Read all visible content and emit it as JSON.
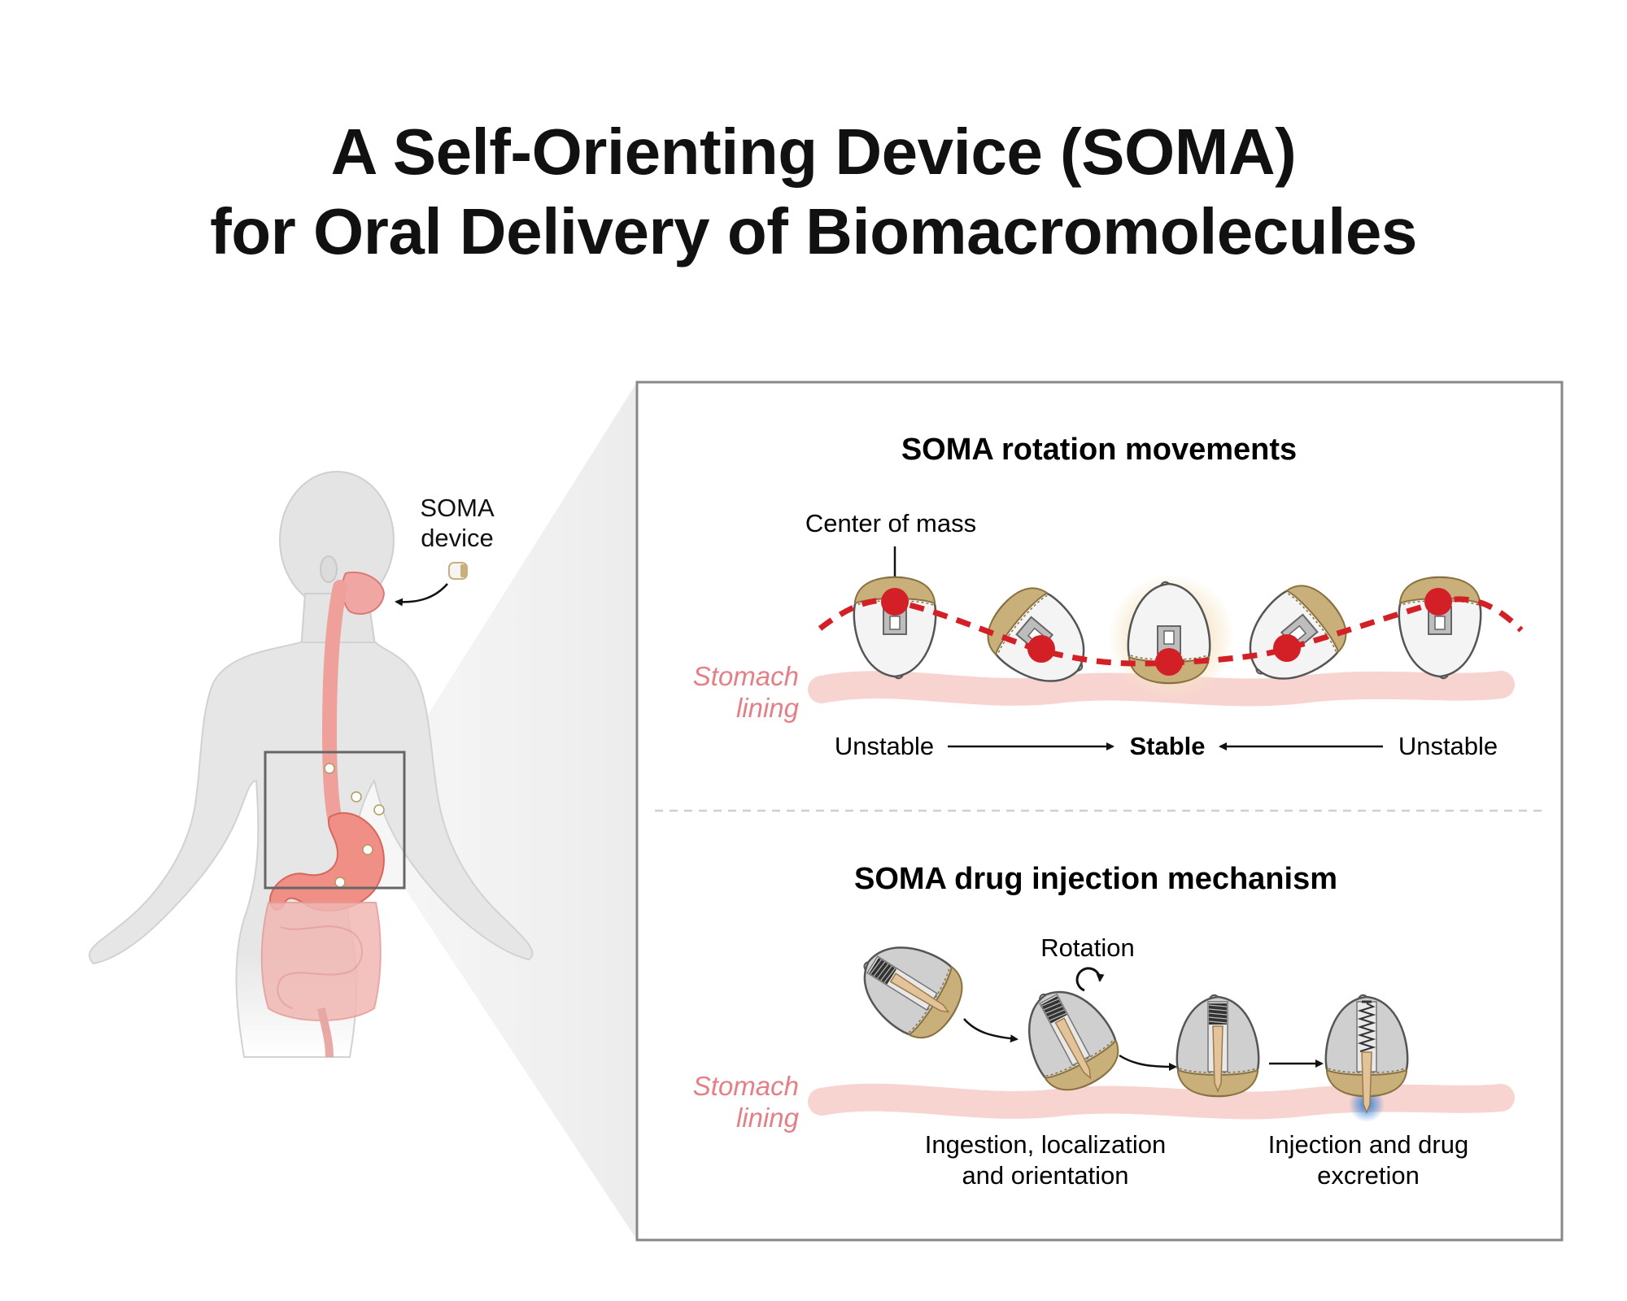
{
  "title": {
    "line1": "A Self-Orienting Device (SOMA)",
    "line2": "for Oral Delivery of Biomacromolecules"
  },
  "body_figure": {
    "device_label_line1": "SOMA",
    "device_label_line2": "device"
  },
  "rotation_panel": {
    "heading": "SOMA rotation movements",
    "center_of_mass_label": "Center of mass",
    "stomach_label_line1": "Stomach",
    "stomach_label_line2": "lining",
    "state_left": "Unstable",
    "state_middle": "Stable",
    "state_right": "Unstable"
  },
  "injection_panel": {
    "heading": "SOMA drug injection mechanism",
    "rotation_label": "Rotation",
    "stomach_label_line1": "Stomach",
    "stomach_label_line2": "lining",
    "caption_left_line1": "Ingestion, localization",
    "caption_left_line2": "and orientation",
    "caption_right_line1": "Injection and drug",
    "caption_right_line2": "excretion"
  },
  "colors": {
    "stomach_lining": "#f8d4d0",
    "stomach_label": "#e57f86",
    "center_of_mass": "#d32026",
    "device_band": "#c9b07a",
    "panel_border": "#888888"
  }
}
